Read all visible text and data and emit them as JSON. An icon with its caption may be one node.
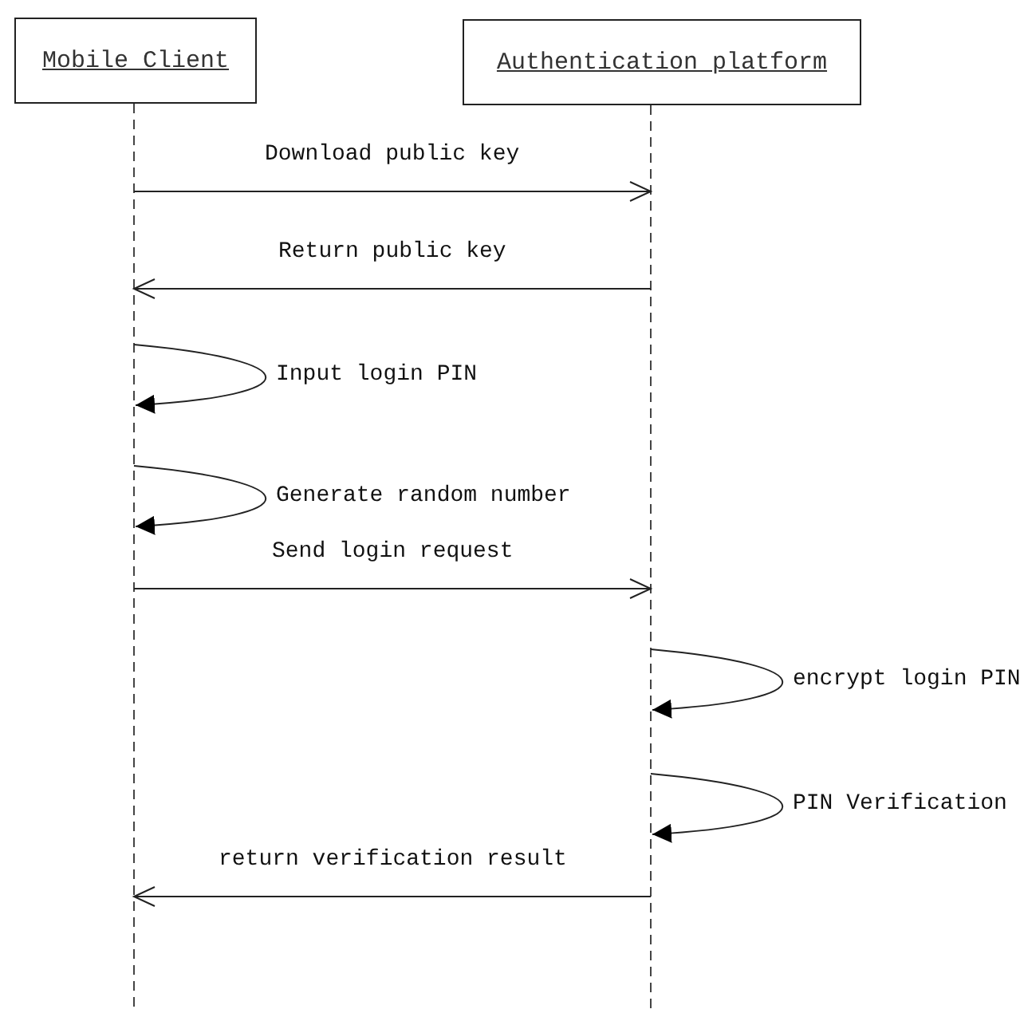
{
  "diagram": {
    "nodes": [
      {
        "text": [
          "Mobile Client"
        ]
      },
      {
        "text": [
          "Authentication platform"
        ]
      }
    ],
    "edges": [
      {
        "from": 0,
        "to": 1,
        "arrow": "to",
        "label": "Download public key"
      },
      {
        "from": 1,
        "to": 0,
        "arrow": "to",
        "label": "Return public key"
      },
      {
        "from": 0,
        "to": 0,
        "arrow": "to",
        "label": "Input login PIN"
      },
      {
        "from": 0,
        "to": 0,
        "arrow": "to",
        "label": "Generate random number"
      },
      {
        "from": 0,
        "to": 1,
        "arrow": "to",
        "label": "Send login request"
      },
      {
        "from": 1,
        "to": 1,
        "arrow": "to",
        "label": "encrypt login PIN"
      },
      {
        "from": 1,
        "to": 1,
        "arrow": "to",
        "label": "PIN Verification"
      },
      {
        "from": 1,
        "to": 0,
        "arrow": "to",
        "label": "return verification result"
      }
    ]
  }
}
